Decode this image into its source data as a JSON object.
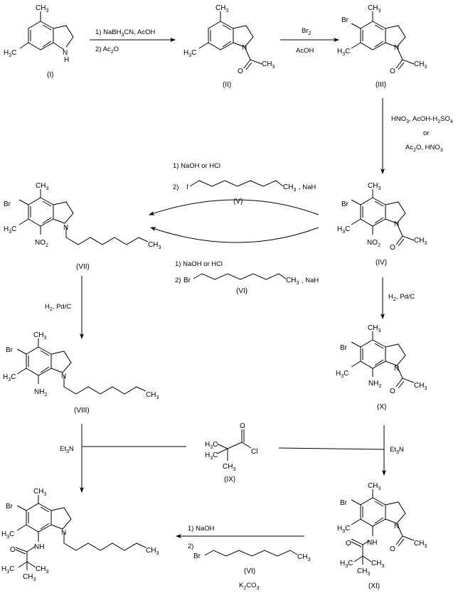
{
  "title": "Synthesis scheme of N-(5-bromo-4,6-dimethyl-1-octylindolin-7-yl)pivalamide",
  "compounds": {
    "I": {
      "id": "(I)",
      "name": "4,6-dimethylindoline",
      "labels": {
        "me4": "CH3",
        "me6": "H3C",
        "nh": "N",
        "h": "H"
      }
    },
    "II": {
      "id": "(II)",
      "name": "1-acetyl-4,6-dimethylindoline",
      "labels": {
        "me4": "CH3",
        "me6": "H3C",
        "n": "N",
        "o": "O",
        "ac": "CH3"
      }
    },
    "III": {
      "id": "(III)",
      "name": "1-acetyl-5-bromo-4,6-dimethylindoline",
      "labels": {
        "br": "Br",
        "me4": "CH3",
        "me6": "H3C",
        "n": "N",
        "o": "O",
        "ac": "CH3"
      }
    },
    "IV": {
      "id": "(IV)",
      "name": "1-acetyl-5-bromo-4,6-dimethyl-7-nitroindoline",
      "labels": {
        "br": "Br",
        "me4": "CH3",
        "me6": "H3C",
        "sub7": "NO2",
        "n": "N",
        "o": "O",
        "ac": "CH3"
      }
    },
    "V": {
      "id": "(V)",
      "name": "1-iodooctane",
      "labels": {
        "x": "I",
        "end": "CH3"
      }
    },
    "VI": {
      "id": "(VI)",
      "name": "1-bromooctane",
      "labels": {
        "x": "Br",
        "end": "CH3"
      }
    },
    "VII": {
      "id": "(VII)",
      "name": "5-bromo-4,6-dimethyl-7-nitro-1-octylindoline",
      "labels": {
        "br": "Br",
        "me4": "CH3",
        "me6": "H3C",
        "sub7": "NO2",
        "n": "N",
        "end": "CH3"
      }
    },
    "VIII": {
      "id": "(VIII)",
      "name": "7-amino-5-bromo-4,6-dimethyl-1-octylindoline",
      "labels": {
        "br": "Br",
        "me4": "CH3",
        "me6": "H3C",
        "sub7": "NH2",
        "n": "N",
        "end": "CH3"
      }
    },
    "IX": {
      "id": "(IX)",
      "name": "pivaloyl chloride",
      "labels": {
        "o": "O",
        "cl": "Cl",
        "me1": "H3C",
        "me2": "H3C",
        "me3": "CH3"
      }
    },
    "X": {
      "id": "(X)",
      "name": "1-acetyl-7-amino-5-bromo-4,6-dimethylindoline",
      "labels": {
        "br": "Br",
        "me4": "CH3",
        "me6": "H3C",
        "sub7": "NH2",
        "n": "N",
        "o": "O",
        "ac": "CH3"
      }
    },
    "XI": {
      "id": "(XI)",
      "name": "1-acetyl-5-bromo-4,6-dimethyl-7-pivalamidoindoline",
      "labels": {
        "br": "Br",
        "me4": "CH3",
        "me6": "H3C",
        "nh": "NH",
        "n": "N",
        "o": "O",
        "ac": "CH3",
        "po": "O",
        "tb1": "H3C",
        "tb2": "CH3",
        "tb3": "CH3"
      }
    },
    "final": {
      "id": "",
      "name": "N-(5-bromo-4,6-dimethyl-1-octylindolin-7-yl)pivalamide",
      "labels": {
        "br": "Br",
        "me4": "CH3",
        "me6": "H3C",
        "nh": "NH",
        "n": "N",
        "end": "CH3",
        "po": "O",
        "tb1": "H3C",
        "tb2": "CH3",
        "tb3": "CH3"
      }
    }
  },
  "reactions": {
    "r1": {
      "from": "I",
      "to": "II",
      "conditions": [
        "1) NaBH3CN, AcOH",
        "2) Ac2O"
      ]
    },
    "r2": {
      "from": "II",
      "to": "III",
      "conditions": [
        "Br2",
        "AcOH"
      ]
    },
    "r3": {
      "from": "III",
      "to": "IV",
      "conditions": [
        "HNO3, AcOH-H2SO4",
        "or",
        "Ac2O, HNO3"
      ]
    },
    "r4a": {
      "from": "IV",
      "to": "VII",
      "conditions": [
        "1) NaOH or HCl",
        "2)",
        ", NaH"
      ],
      "reagent": "V"
    },
    "r4b": {
      "from": "IV",
      "to": "VII",
      "conditions": [
        "1) NaOH or HCl",
        "2)",
        ", NaH"
      ],
      "reagent": "VI"
    },
    "r5": {
      "from": "VII",
      "to": "VIII",
      "conditions": [
        "H2, Pd/C"
      ]
    },
    "r6": {
      "from": "IV",
      "to": "X",
      "conditions": [
        "H2, Pd/C"
      ]
    },
    "r7": {
      "from": "VIII",
      "to": "final",
      "conditions": [
        "Et3N"
      ],
      "reagent": "IX"
    },
    "r8": {
      "from": "X",
      "to": "XI",
      "conditions": [
        "Et3N"
      ],
      "reagent": "IX"
    },
    "r9": {
      "from": "XI",
      "to": "final",
      "conditions": [
        "1) NaOH",
        "2)",
        "K2CO3"
      ],
      "reagent": "VI"
    }
  }
}
